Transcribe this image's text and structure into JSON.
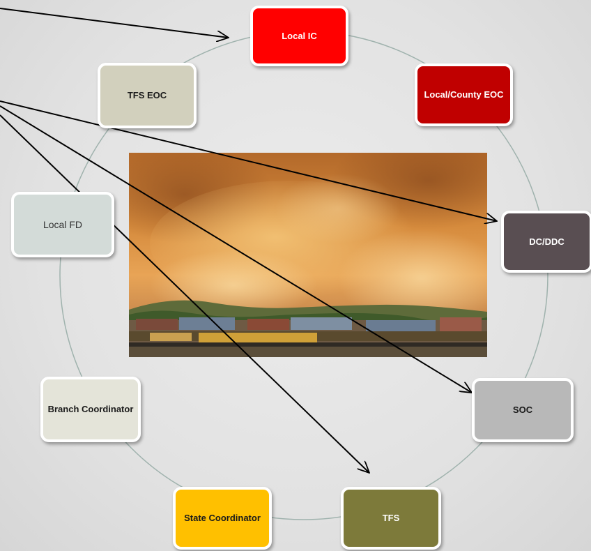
{
  "nodes": {
    "local_ic": {
      "label": "Local IC",
      "color": "#ff0000",
      "text_color": "#ffffff"
    },
    "local_county_eoc": {
      "label": "Local/County EOC",
      "color": "#c00000",
      "text_color": "#ffffff"
    },
    "dc_ddc": {
      "label": "DC/DDC",
      "color": "#594e52",
      "text_color": "#ffffff"
    },
    "soc": {
      "label": "SOC",
      "color": "#b8b8b8",
      "text_color": "#1a1a1a"
    },
    "tfs": {
      "label": "TFS",
      "color": "#7d7a3a",
      "text_color": "#ffffff"
    },
    "state_coordinator": {
      "label": "State Coordinator",
      "color": "#ffc000",
      "text_color": "#1a1a1a"
    },
    "branch_coordinator": {
      "label": "Branch Coordinator",
      "color": "#e4e4d9",
      "text_color": "#1a1a1a"
    },
    "local_fd": {
      "label": "Local FD",
      "color": "#d3dbd8",
      "text_color": "#333333"
    },
    "tfs_eoc": {
      "label": "TFS EOC",
      "color": "#d2d0bd",
      "text_color": "#1a1a1a"
    }
  },
  "cycle_line_color": "#9fb2ad",
  "arrow_color": "#000000",
  "photo": {
    "subject": "wildfire-smoke-over-train"
  }
}
